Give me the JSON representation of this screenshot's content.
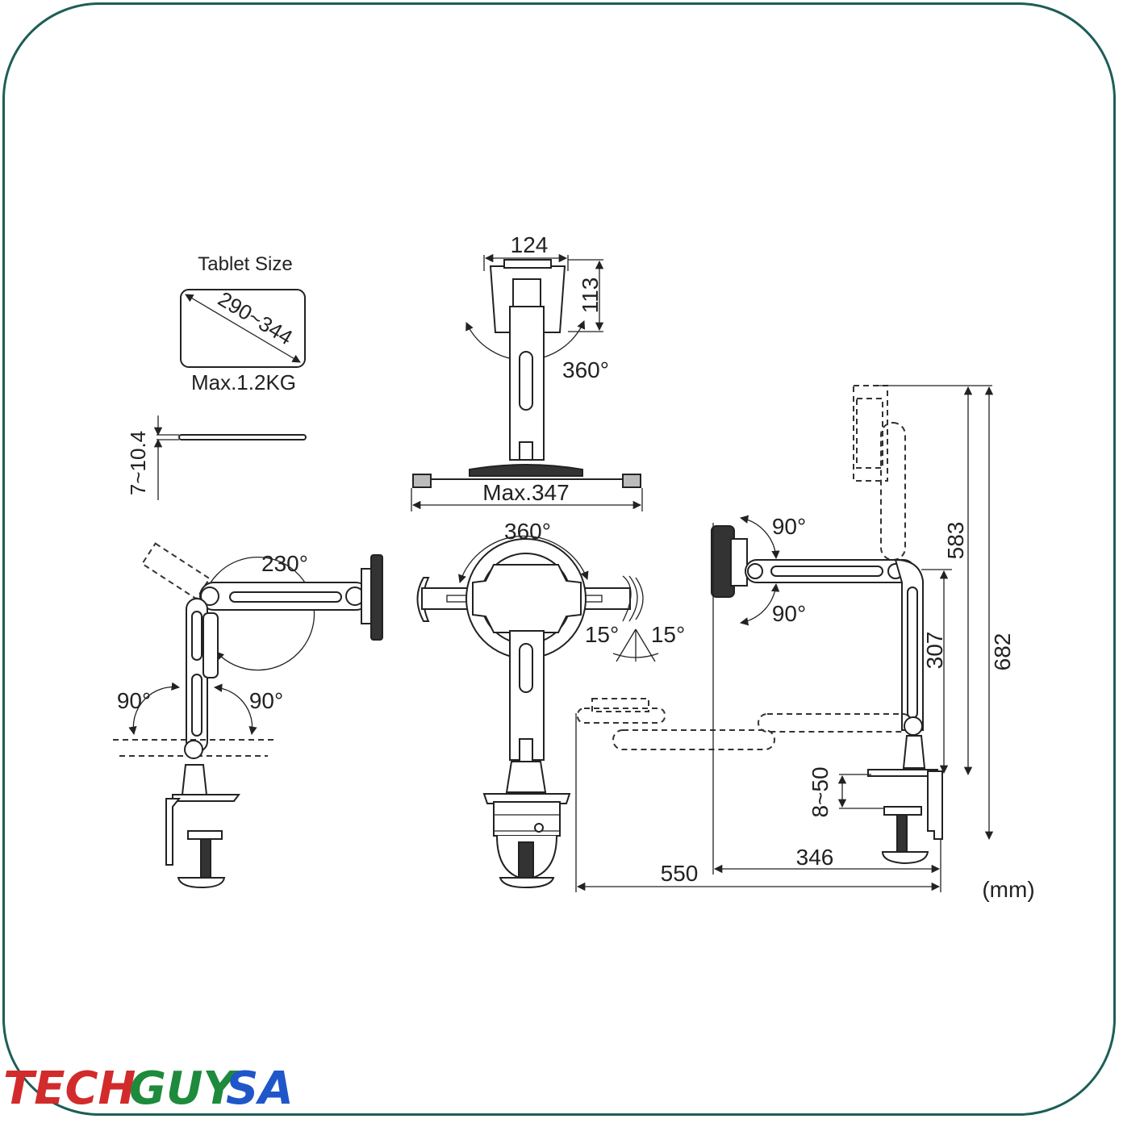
{
  "tablet": {
    "title": "Tablet Size",
    "diagonal": "290~344",
    "max_weight": "Max.1.2KG",
    "thickness": "7~10.4"
  },
  "top_view": {
    "width": "124",
    "height": "113",
    "rotation": "360°",
    "base_width": "Max.347"
  },
  "side_view": {
    "tilt": "230°",
    "left_angle": "90°",
    "right_angle": "90°"
  },
  "front_view": {
    "rotation": "360°",
    "tilt_left": "15°",
    "tilt_right": "15°"
  },
  "right_view": {
    "swivel_top": "90°",
    "swivel_bottom": "90°",
    "height_583": "583",
    "height_682": "682",
    "height_307": "307",
    "clamp_range": "8~50",
    "reach_346": "346",
    "reach_550": "550",
    "unit": "(mm)"
  },
  "logo": {
    "text": [
      "TECH",
      "GUY",
      "SA"
    ],
    "colors": [
      "#d22b2b",
      "#1e8a3c",
      "#1f56c9"
    ]
  }
}
